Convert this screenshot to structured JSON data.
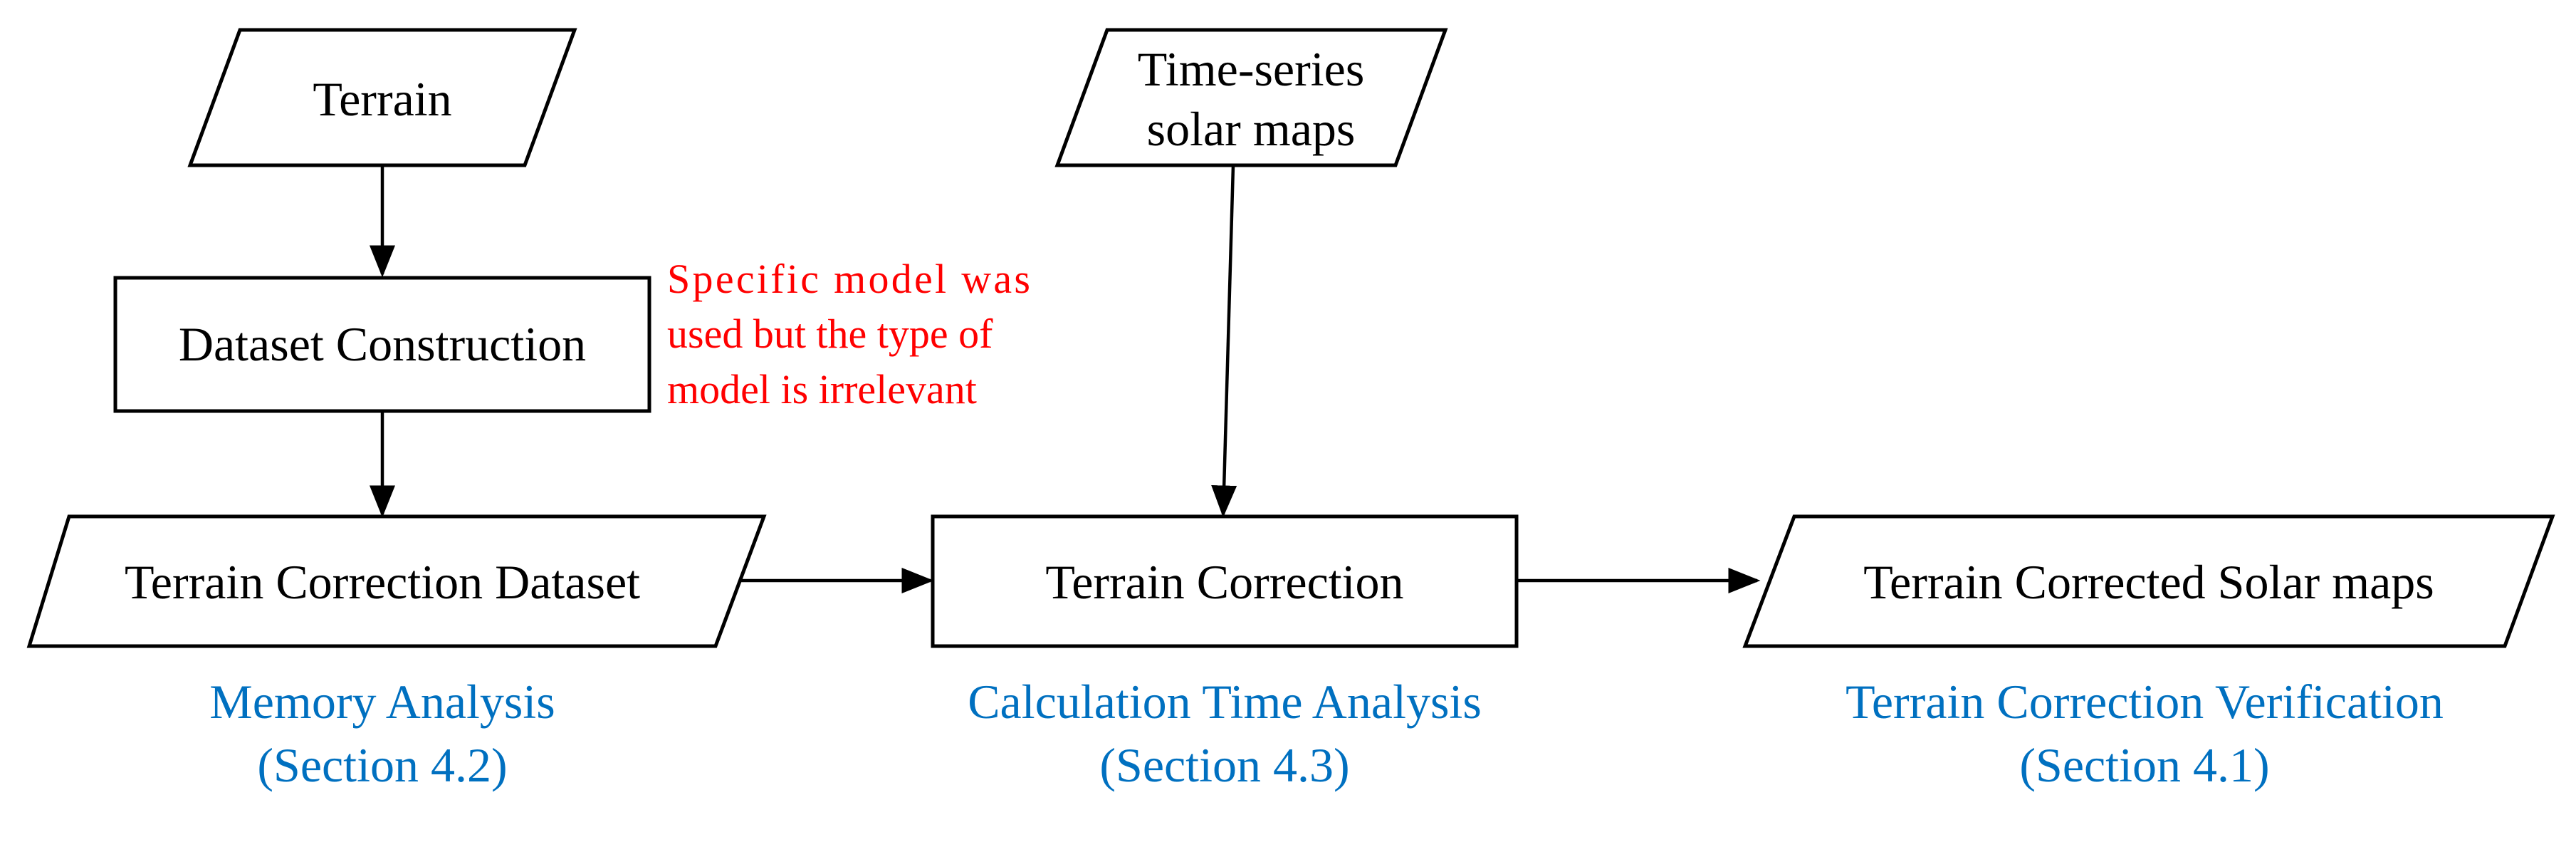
{
  "colors": {
    "note": "#ff0000",
    "caption": "#0070c0",
    "stroke": "#000000"
  },
  "nodes": {
    "terrain": "Terrain",
    "time_series_line1": "Time-series",
    "time_series_line2": "solar maps",
    "dataset_construction": "Dataset Construction",
    "terrain_correction_dataset": "Terrain Correction Dataset",
    "terrain_correction": "Terrain Correction",
    "terrain_corrected_solar_maps": "Terrain Corrected Solar maps"
  },
  "note": {
    "line1": "Specific model was",
    "line2": "used but the type of",
    "line3": "model is irrelevant"
  },
  "captions": {
    "memory_line1": "Memory Analysis",
    "memory_line2": "(Section 4.2)",
    "calc_line1": "Calculation Time Analysis",
    "calc_line2": "(Section 4.3)",
    "verify_line1": "Terrain Correction Verification",
    "verify_line2": "(Section 4.1)"
  }
}
